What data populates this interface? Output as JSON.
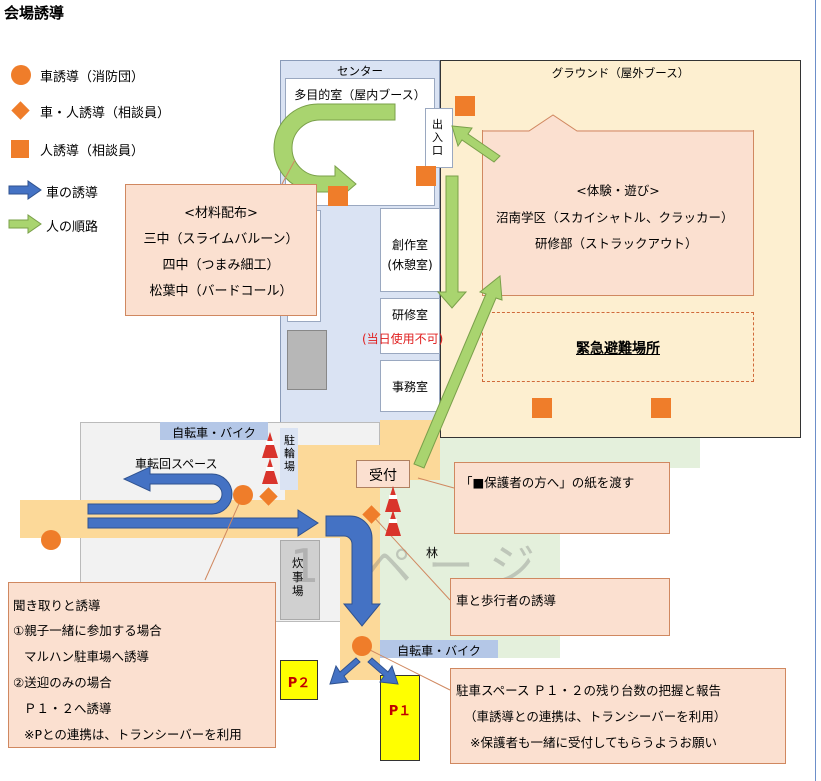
{
  "title": "会場誘導",
  "legend": [
    {
      "shape": "circle",
      "label": "車誘導（消防団）"
    },
    {
      "shape": "diamond",
      "label": "車・人誘導（相談員）"
    },
    {
      "shape": "square",
      "label": "人誘導（相談員）"
    },
    {
      "shape": "blue-arrow",
      "label": "車の誘導"
    },
    {
      "shape": "green-arrow",
      "label": "人の順路"
    }
  ],
  "areas": {
    "center": "センター",
    "multipurpose": "多目的室（屋内ブース）",
    "entrance": "出入口",
    "ground": "グラウンド（屋外ブース）",
    "creative_room": [
      "創作室",
      "(休憩室)"
    ],
    "training_room": "研修室",
    "training_note": "(当日使用不可)",
    "office": "事務室",
    "emergency": "緊急避難場所",
    "bicycle_top": "自転車・バイク",
    "bike_parking": "駐輪場",
    "turn_space": "車転回スペース",
    "reception": "受付",
    "cooking": "炊事場",
    "forest": "林",
    "bicycle_bottom": "自転車・バイク",
    "p1": "P１",
    "p2": "P２",
    "watermark": "1 ページ"
  },
  "experience": {
    "heading": "<体験・遊び>",
    "lines": [
      "沼南学区（スカイシャトル、クラッカー）",
      "研修部（ストラックアウト）"
    ]
  },
  "materials": {
    "heading": "<材料配布>",
    "lines": [
      "三中（スライムバルーン）",
      "四中（つまみ細工）",
      "松葉中（バードコール）"
    ]
  },
  "callouts": {
    "guardian": "「■保護者の方へ」の紙を渡す",
    "car_ped": "車と歩行者の誘導",
    "interview": {
      "lines": [
        "聞き取りと誘導",
        "①親子一緒に参加する場合",
        "マルハン駐車場へ誘導",
        "②送迎のみの場合",
        "Ｐ１・２へ誘導",
        "※Pとの連携は、トランシーバーを利用"
      ]
    },
    "parking": {
      "lines": [
        "駐車スペース Ｐ１・２の残り台数の把握と報告",
        "（車誘導との連携は、トランシーバーを利用）",
        "※保護者も一緒に受付してもらうようお願い"
      ]
    }
  },
  "colors": {
    "callout_fill": "#fbe0d0",
    "callout_border": "#d08860",
    "marker_orange": "#ef7d2a",
    "car_arrow_blue": "#4472c4",
    "person_arrow_green": "#a9d46f",
    "building_blue": "#dae3f3",
    "ground_cream": "#fdefd0",
    "road_yellow": "#fcd999",
    "forest_green": "#e4f0dc",
    "parking_yellow": "#ffff00"
  }
}
